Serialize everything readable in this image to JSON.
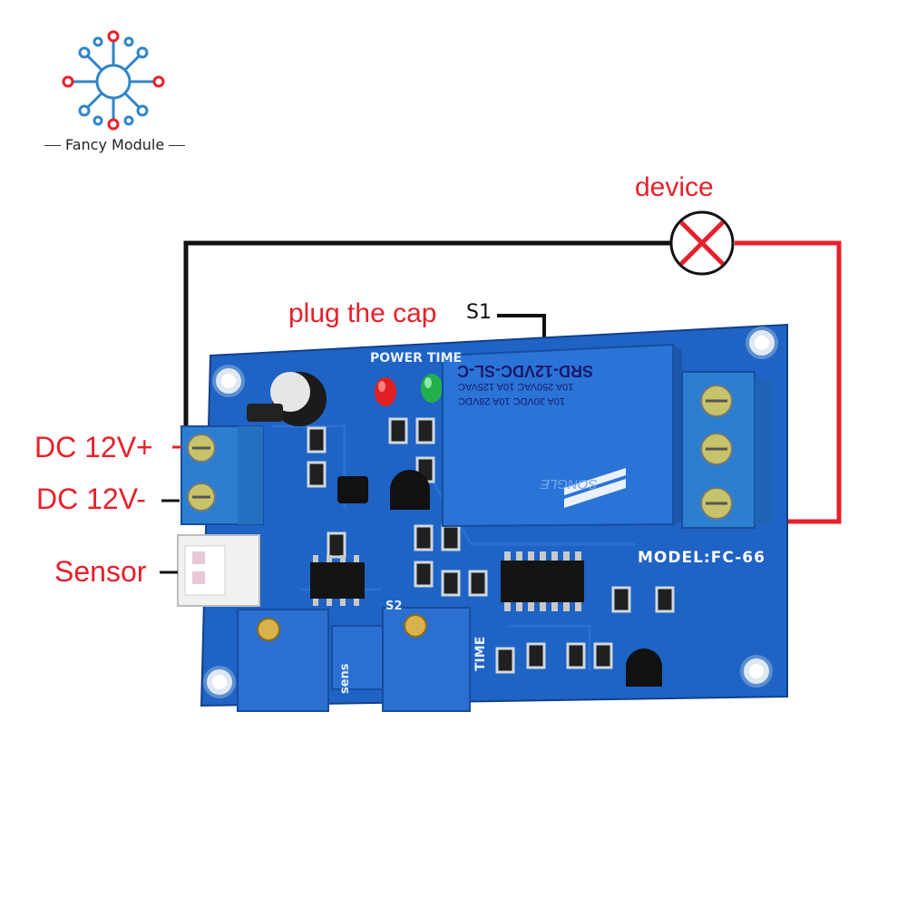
{
  "brand": {
    "name": "Fancy Module",
    "logo_colors": {
      "blue": "#2f86c8",
      "red": "#e8202a"
    }
  },
  "callouts": {
    "device": "device",
    "plug_the_cap": "plug the cap",
    "s1": "S1",
    "dc_plus": "DC 12V+",
    "dc_minus": "DC 12V-",
    "sensor": "Sensor"
  },
  "board": {
    "silkscreen_power_time": "POWER TIME",
    "silkscreen_s2": "S2",
    "silkscreen_time": "TIME",
    "silkscreen_sens": "sens",
    "model": "MODEL:FC-66"
  },
  "relay": {
    "model": "SRD-12VDC-SL-C",
    "spec_line1": "10A 250VAC 10A 125VAC",
    "spec_line2": "10A 30VDC 10A 28VDC",
    "brand": "SONGLE"
  },
  "colors": {
    "pcb": "#1f63c4",
    "relay": "#2a74d8",
    "terminal": "#2c7fd0",
    "wire_black": "#111111",
    "wire_red": "#e8202a",
    "label_red": "#e8202a"
  }
}
